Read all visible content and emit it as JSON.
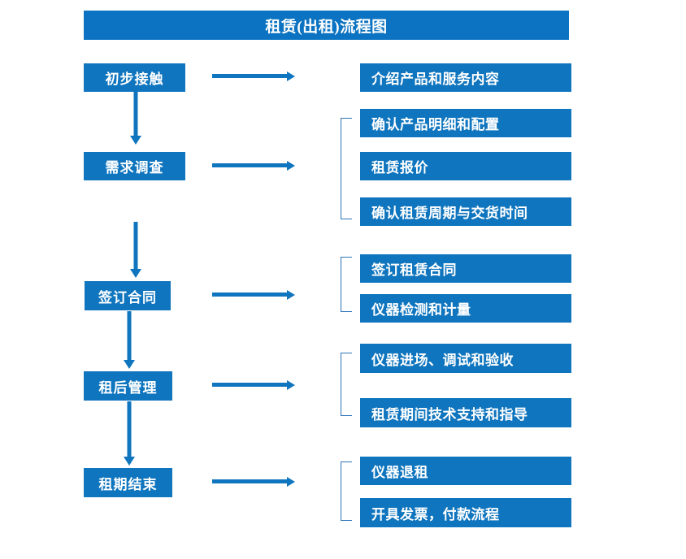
{
  "header": {
    "title": "租赁(出租)流程图"
  },
  "colors": {
    "box_blue": "#0F75BE",
    "title_blue": "#0B73C1",
    "arrow_blue": "#0F75BE",
    "bracket_blue": "#2E74B5",
    "text_white": "#FFFFFF",
    "background": "#FFFFFF"
  },
  "stages": [
    {
      "label": "初步接触"
    },
    {
      "label": "需求调查"
    },
    {
      "label": "签订合同"
    },
    {
      "label": "租后管理"
    },
    {
      "label": "租期结束"
    }
  ],
  "details": [
    {
      "label": "介绍产品和服务内容"
    },
    {
      "label": "确认产品明细和配置"
    },
    {
      "label": "租赁报价"
    },
    {
      "label": "确认租赁周期与交货时间"
    },
    {
      "label": "签订租赁合同"
    },
    {
      "label": "仪器检测和计量"
    },
    {
      "label": "仪器进场、调试和验收"
    },
    {
      "label": "租赁期间技术支持和指导"
    },
    {
      "label": "仪器退租"
    },
    {
      "label": "开具发票，付款流程"
    }
  ],
  "chart_data": {
    "type": "diagram",
    "title": "租赁(出租)流程图",
    "orientation": "vertical-with-side-branches",
    "nodes": [
      {
        "id": "s1",
        "label": "初步接触",
        "column": "stage",
        "order": 1
      },
      {
        "id": "s2",
        "label": "需求调查",
        "column": "stage",
        "order": 2
      },
      {
        "id": "s3",
        "label": "签订合同",
        "column": "stage",
        "order": 3
      },
      {
        "id": "s4",
        "label": "租后管理",
        "column": "stage",
        "order": 4
      },
      {
        "id": "s5",
        "label": "租期结束",
        "column": "stage",
        "order": 5
      },
      {
        "id": "d1",
        "label": "介绍产品和服务内容",
        "column": "detail",
        "parent": "s1"
      },
      {
        "id": "d2",
        "label": "确认产品明细和配置",
        "column": "detail",
        "parent": "s2"
      },
      {
        "id": "d3",
        "label": "租赁报价",
        "column": "detail",
        "parent": "s2"
      },
      {
        "id": "d4",
        "label": "确认租赁周期与交货时间",
        "column": "detail",
        "parent": "s2"
      },
      {
        "id": "d5",
        "label": "签订租赁合同",
        "column": "detail",
        "parent": "s3"
      },
      {
        "id": "d6",
        "label": "仪器检测和计量",
        "column": "detail",
        "parent": "s3"
      },
      {
        "id": "d7",
        "label": "仪器进场、调试和验收",
        "column": "detail",
        "parent": "s4"
      },
      {
        "id": "d8",
        "label": "租赁期间技术支持和指导",
        "column": "detail",
        "parent": "s4"
      },
      {
        "id": "d9",
        "label": "仪器退租",
        "column": "detail",
        "parent": "s5"
      },
      {
        "id": "d10",
        "label": "开具发票，付款流程",
        "column": "detail",
        "parent": "s5"
      }
    ],
    "edges": [
      {
        "from": "s1",
        "to": "s2",
        "type": "arrow-down"
      },
      {
        "from": "s2",
        "to": "s3",
        "type": "arrow-down"
      },
      {
        "from": "s3",
        "to": "s4",
        "type": "arrow-down"
      },
      {
        "from": "s4",
        "to": "s5",
        "type": "arrow-down"
      },
      {
        "from": "s1",
        "to": "d1",
        "type": "arrow-right"
      },
      {
        "from": "s2",
        "to": "d2,d3,d4",
        "type": "arrow-right-bracket"
      },
      {
        "from": "s3",
        "to": "d5,d6",
        "type": "arrow-right-bracket"
      },
      {
        "from": "s4",
        "to": "d7,d8",
        "type": "arrow-right-bracket"
      },
      {
        "from": "s5",
        "to": "d9,d10",
        "type": "arrow-right-bracket"
      }
    ]
  }
}
